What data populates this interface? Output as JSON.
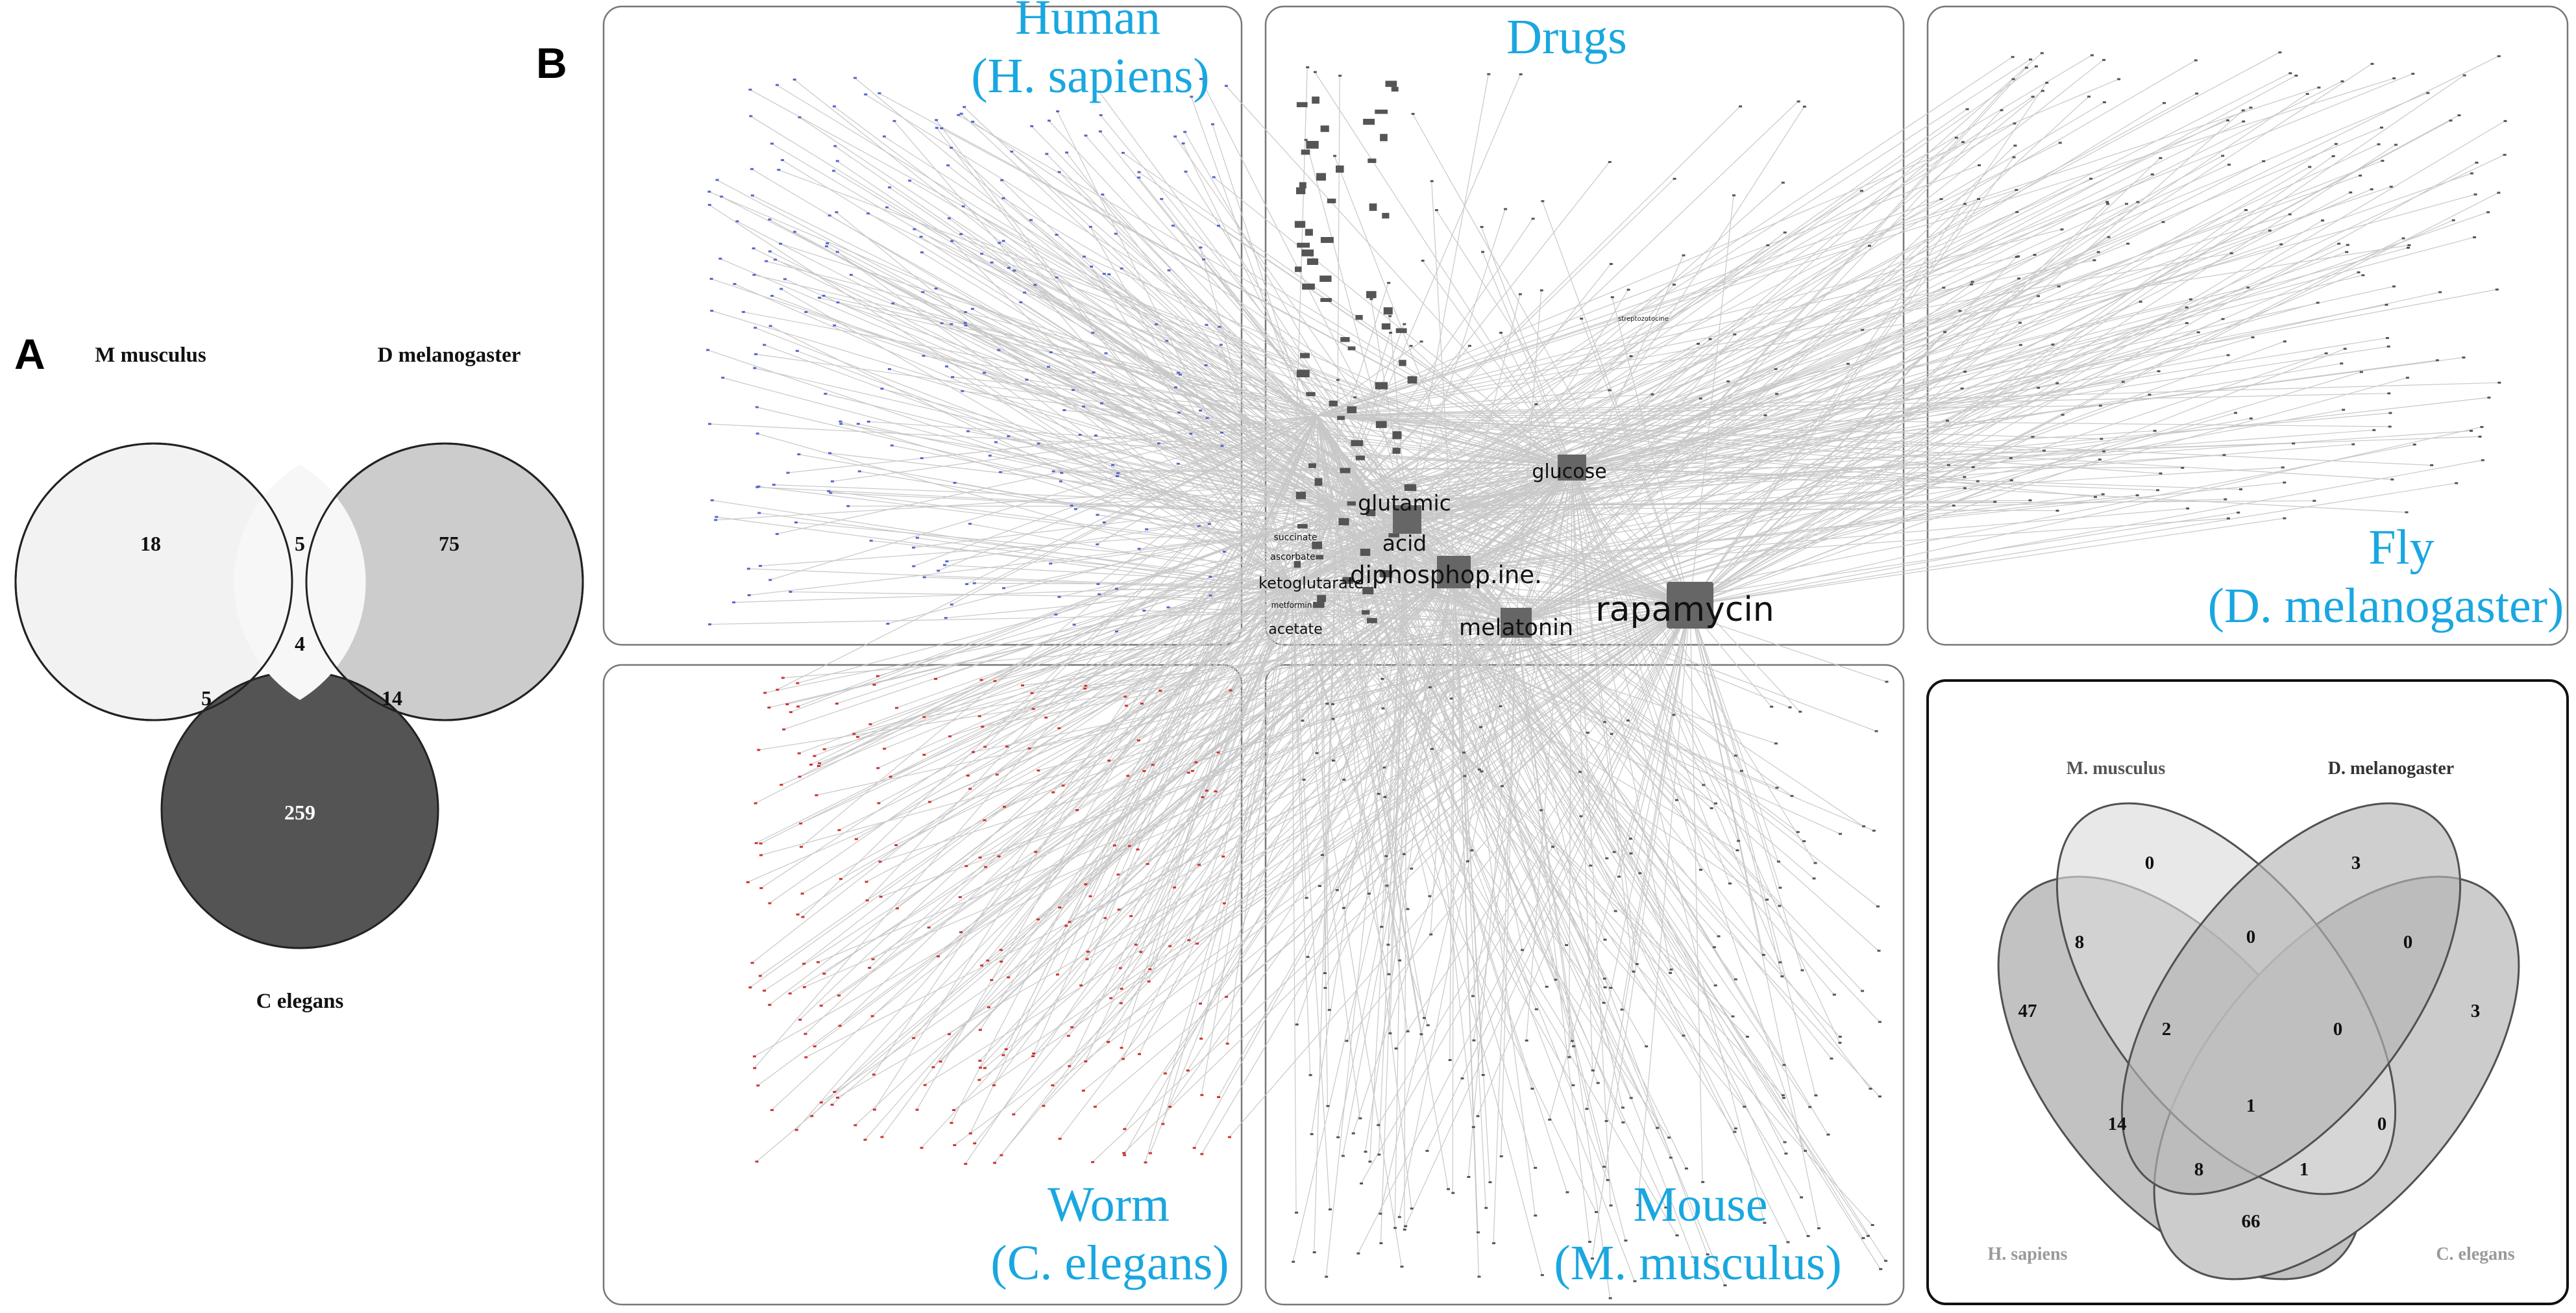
{
  "panel_a": {
    "letter": "A",
    "labels": {
      "m_musculus": "M musculus",
      "d_melanogaster": "D melanogaster",
      "c_elegans": "C elegans"
    },
    "counts": {
      "m_only": "18",
      "d_only": "75",
      "c_only": "259",
      "m_d": "5",
      "m_c": "5",
      "d_c": "14",
      "m_d_c": "4"
    }
  },
  "panel_b": {
    "letter": "B",
    "boxes": {
      "human": {
        "line1": "Human",
        "line2": "(H. sapiens)"
      },
      "drugs": {
        "line1": "Drugs"
      },
      "fly": {
        "line1": "Fly",
        "line2": "(D. melanogaster)"
      },
      "worm": {
        "line1": "Worm",
        "line2": "(C. elegans)"
      },
      "mouse": {
        "line1": "Mouse",
        "line2": "(M. musculus)"
      }
    },
    "drug_labels": {
      "glucose": "glucose",
      "glutamic": "glutamic",
      "acid": "acid",
      "diphosphop": "diphosphop.ine.",
      "melatonin": "melatonin",
      "rapamycin": "rapamycin",
      "ketoglutarate": "ketoglutarate",
      "acetate": "acetate",
      "succinate": "succinate",
      "ascorbate": "ascorbate",
      "metformin": "metformin",
      "small_top": "streptozotocine"
    },
    "node_colors": {
      "human": "#5566cc",
      "worm": "#cc3333",
      "drug": "#555555",
      "edge": "#c8c8c8"
    }
  },
  "venn4": {
    "labels": {
      "m_musculus": "M. musculus",
      "d_melanogaster": "D. melanogaster",
      "h_sapiens": "H. sapiens",
      "c_elegans": "C. elegans"
    },
    "counts": {
      "m_only": "0",
      "d_only": "3",
      "h_only": "47",
      "c_only": "3",
      "h_m": "8",
      "m_d": "0",
      "d_c": "0",
      "h_m_d": "2",
      "m_d_c": "0",
      "h_m_d_c": "1",
      "h_d": "14",
      "m_c": "0",
      "h_d_c": "8",
      "h_m_c": "1",
      "h_c": "66"
    }
  }
}
